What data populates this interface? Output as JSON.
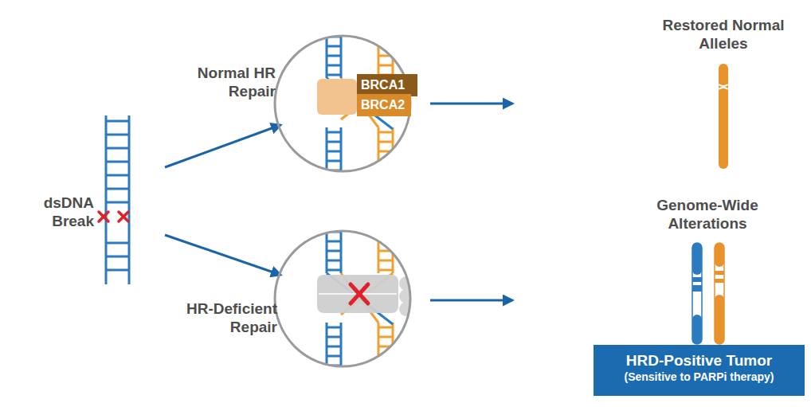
{
  "diagram": {
    "nodes": [
      {
        "text": [
          "BRCA1"
        ]
      },
      {
        "text": [
          "BRCA2"
        ]
      },
      {
        "text": [
          "HRD-Positive Tumor",
          "(Sensitive to PARPi therapy)"
        ]
      }
    ],
    "labels": [
      "dsDNA Break",
      "Normal HR Repair",
      "HR-Deficient Repair",
      "Restored Normal Alleles",
      "Genome-Wide Alterations"
    ]
  }
}
